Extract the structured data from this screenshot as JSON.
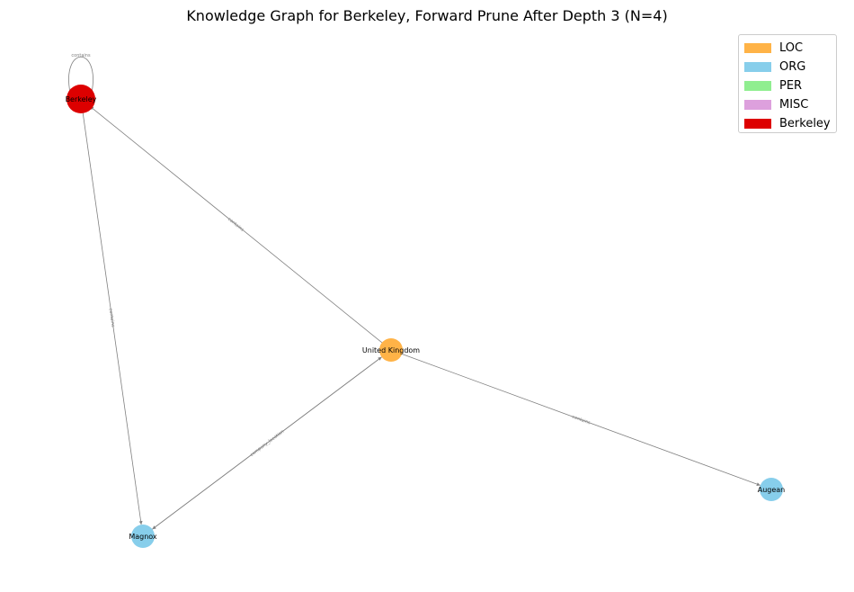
{
  "title": "Knowledge Graph for Berkeley, Forward Prune After Depth 3 (N=4)",
  "legend": [
    {
      "label": "LOC",
      "color": "#ffb347"
    },
    {
      "label": "ORG",
      "color": "#87ceeb"
    },
    {
      "label": "PER",
      "color": "#90ee90"
    },
    {
      "label": "MISC",
      "color": "#dda0dd"
    },
    {
      "label": "Berkeley",
      "color": "#dd0000"
    }
  ],
  "nodes": [
    {
      "id": "berkeley",
      "label": "Berkeley",
      "type": "Berkeley",
      "color": "#dd0000"
    },
    {
      "id": "uk",
      "label": "United Kingdom",
      "type": "LOC",
      "color": "#ffb347"
    },
    {
      "id": "magnox",
      "label": "Magnox",
      "type": "ORG",
      "color": "#87ceeb"
    },
    {
      "id": "augean",
      "label": "Augean",
      "type": "ORG",
      "color": "#87ceeb"
    }
  ],
  "edges": [
    {
      "source": "berkeley",
      "target": "berkeley",
      "label": "contains"
    },
    {
      "source": "uk",
      "target": "berkeley",
      "label": "contains"
    },
    {
      "source": "berkeley",
      "target": "magnox",
      "label": "contains"
    },
    {
      "source": "uk",
      "target": "augean",
      "label": "contains"
    },
    {
      "source": "magnox",
      "target": "uk",
      "label": "company_location"
    },
    {
      "source": "uk",
      "target": "magnox",
      "label": "company_location"
    }
  ]
}
